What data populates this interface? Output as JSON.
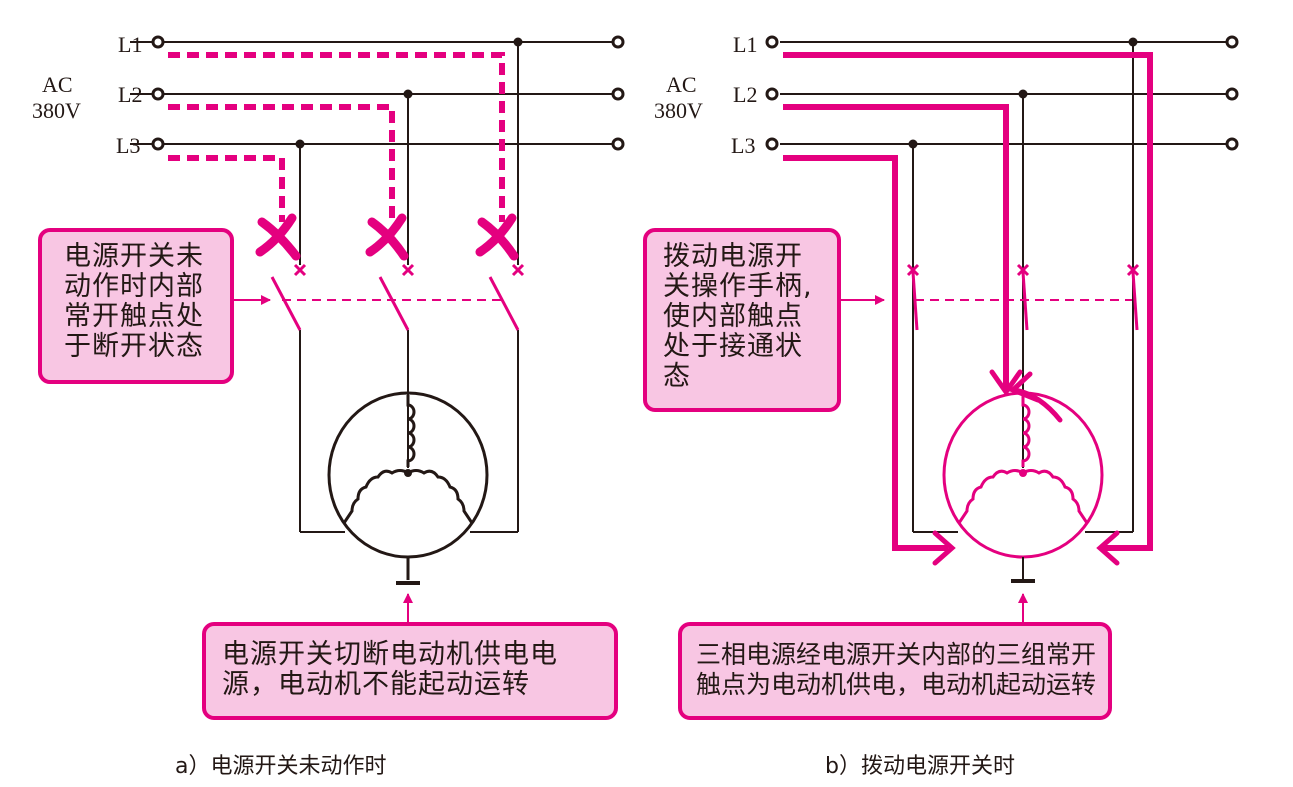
{
  "colors": {
    "accent": "#e4007f",
    "box_fill": "#f8c6e3",
    "wire": "#231815"
  },
  "panel_a": {
    "lines": [
      "L1",
      "L2",
      "L3"
    ],
    "voltage_label_1": "AC",
    "voltage_label_2": "380V",
    "callout_side": [
      "电源开关未",
      "动作时内部",
      "常开触点处",
      "于断开状态"
    ],
    "callout_bottom": [
      "电源开关切断电动机供电电",
      "源，电动机不能起动运转"
    ],
    "caption": "a）电源开关未动作时",
    "contact_state": "open"
  },
  "panel_b": {
    "lines": [
      "L1",
      "L2",
      "L3"
    ],
    "voltage_label_1": "AC",
    "voltage_label_2": "380V",
    "callout_side": [
      "拨动电源开",
      "关操作手柄,",
      "使内部触点",
      "处于接通状",
      "态"
    ],
    "callout_bottom": [
      "三相电源经电源开关内部的三组常开",
      "触点为电动机供电，电动机起动运转"
    ],
    "caption": "b）拨动电源开关时",
    "contact_state": "closed"
  }
}
